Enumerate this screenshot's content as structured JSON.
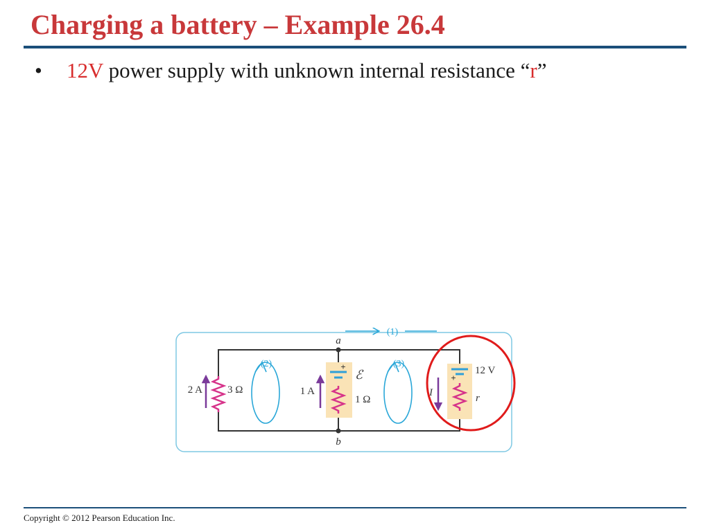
{
  "slide": {
    "title": "Charging a battery – Example 26.4",
    "bullet": {
      "marker": "•",
      "highlight_value": "12V",
      "text_before_quote": " power supply with unknown internal resistance “",
      "highlight_symbol": "r",
      "text_after_quote": "”"
    }
  },
  "circuit": {
    "node_top": "a",
    "node_bottom": "b",
    "loop_1": "(1)",
    "loop_2": "(2)",
    "loop_3": "(3)",
    "left_branch": {
      "current": "2 A",
      "resistance": "3 Ω"
    },
    "middle_branch": {
      "current": "1 A",
      "emf": "ℰ",
      "resistance": "1 Ω",
      "polarity": "+"
    },
    "right_branch": {
      "current": "I",
      "voltage": "12 V",
      "resistance": "r",
      "polarity": "+"
    }
  },
  "footer": {
    "copyright": "Copyright © 2012 Pearson Education Inc."
  },
  "colors": {
    "title": "#c8383a",
    "rule": "#1b4f7a",
    "highlight": "#d82d2d",
    "frame": "#7ec8e3",
    "loop_arrow": "#2aa7d8",
    "resistor": "#d6338a",
    "current_arrow": "#7a3a9a",
    "battery": "#2e9fd8",
    "battery_bg": "#fae3b6",
    "wire": "#333333",
    "circle_highlight": "#e01b1b"
  }
}
